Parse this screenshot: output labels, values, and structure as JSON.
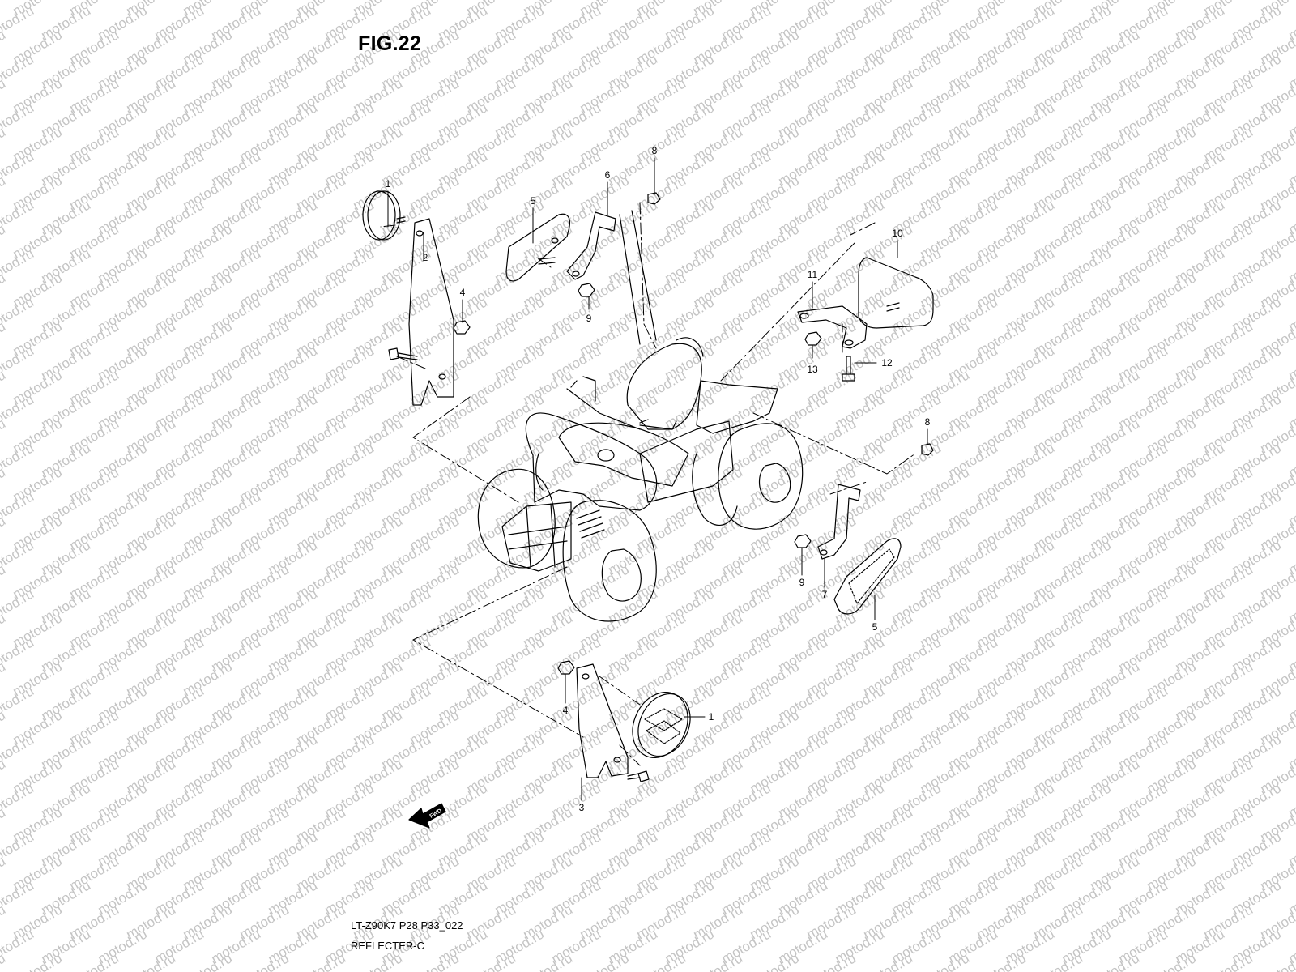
{
  "figure": {
    "title": "FIG.22",
    "code": "LT-Z90K7 P28 P33_022",
    "name": "REFLECTER-C"
  },
  "watermark": {
    "text": "motod.ru",
    "color": "#c4c4c4"
  },
  "fwd_arrow": {
    "label": "FWD"
  },
  "callouts": [
    {
      "id": "c1a",
      "label": "1"
    },
    {
      "id": "c2",
      "label": "2"
    },
    {
      "id": "c4a",
      "label": "4"
    },
    {
      "id": "c5a",
      "label": "5"
    },
    {
      "id": "c6",
      "label": "6"
    },
    {
      "id": "c8a",
      "label": "8"
    },
    {
      "id": "c9a",
      "label": "9"
    },
    {
      "id": "c10",
      "label": "10"
    },
    {
      "id": "c11",
      "label": "11"
    },
    {
      "id": "c12",
      "label": "12"
    },
    {
      "id": "c13",
      "label": "13"
    },
    {
      "id": "c8b",
      "label": "8"
    },
    {
      "id": "c9b",
      "label": "9"
    },
    {
      "id": "c7",
      "label": "7"
    },
    {
      "id": "c5b",
      "label": "5"
    },
    {
      "id": "c4b",
      "label": "4"
    },
    {
      "id": "c1b",
      "label": "1"
    },
    {
      "id": "c3",
      "label": "3"
    }
  ]
}
